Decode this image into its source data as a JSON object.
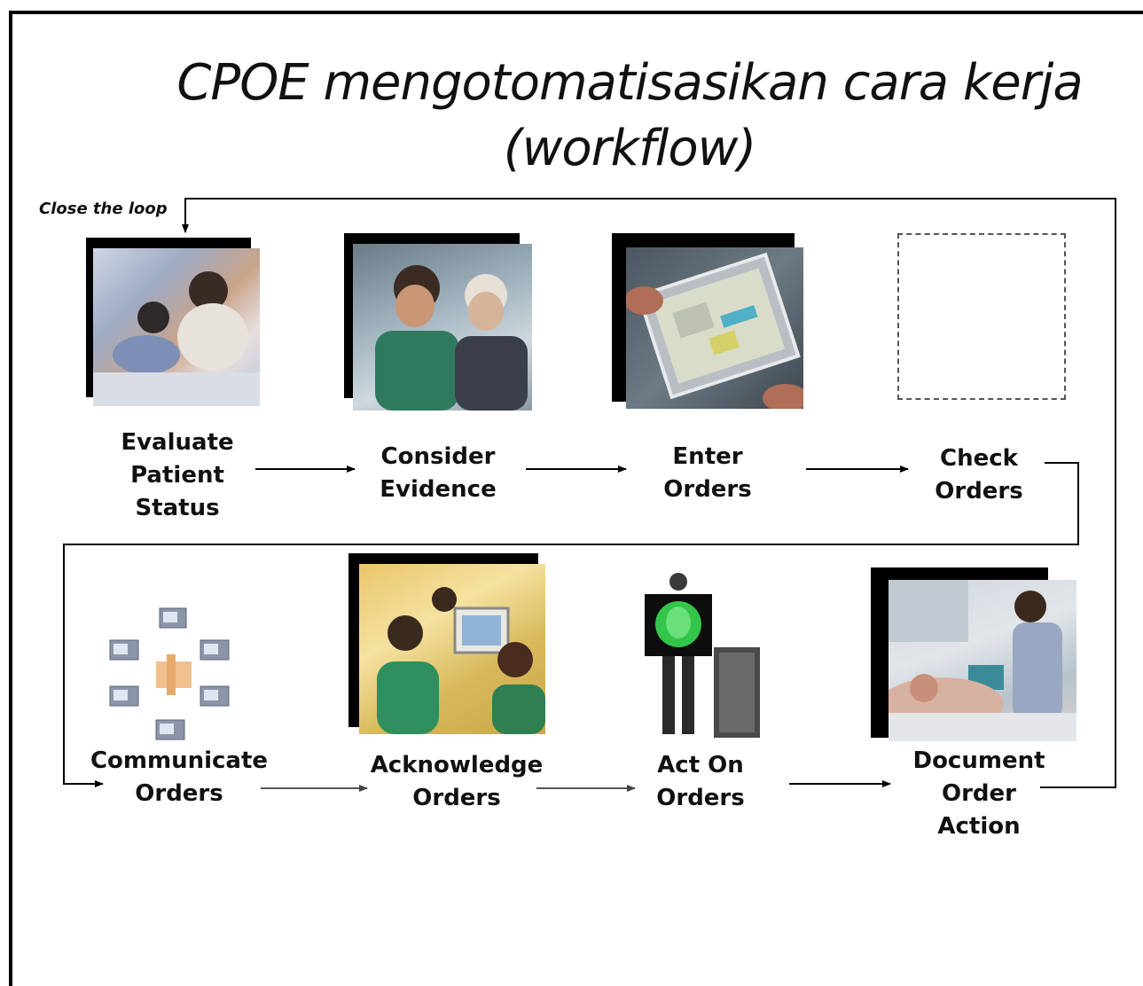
{
  "title": {
    "line1": "CPOE mengotomatisasikan cara kerja",
    "line2": "(workflow)"
  },
  "loop_label": "Close the loop",
  "steps": [
    {
      "lines": [
        "Evaluate",
        "Patient",
        "Status"
      ]
    },
    {
      "lines": [
        "Consider",
        "Evidence"
      ]
    },
    {
      "lines": [
        "Enter",
        "Orders"
      ]
    },
    {
      "lines": [
        "Check",
        "Orders"
      ]
    },
    {
      "lines": [
        "Communicate",
        "Orders"
      ]
    },
    {
      "lines": [
        "Acknowledge",
        "Orders"
      ]
    },
    {
      "lines": [
        "Act On",
        "Orders"
      ]
    },
    {
      "lines": [
        "Document",
        "Order",
        "Action"
      ]
    }
  ],
  "images": [
    {
      "icon": "nurse-with-child-photo"
    },
    {
      "icon": "doctors-discussing-photo"
    },
    {
      "icon": "tablet-order-entry-photo"
    },
    {
      "icon": "empty-placeholder-frame"
    },
    {
      "icon": "network-computers-icon"
    },
    {
      "icon": "nurses-at-computer-photo"
    },
    {
      "icon": "xray-person-icon"
    },
    {
      "icon": "nurse-at-bedside-photo"
    }
  ]
}
